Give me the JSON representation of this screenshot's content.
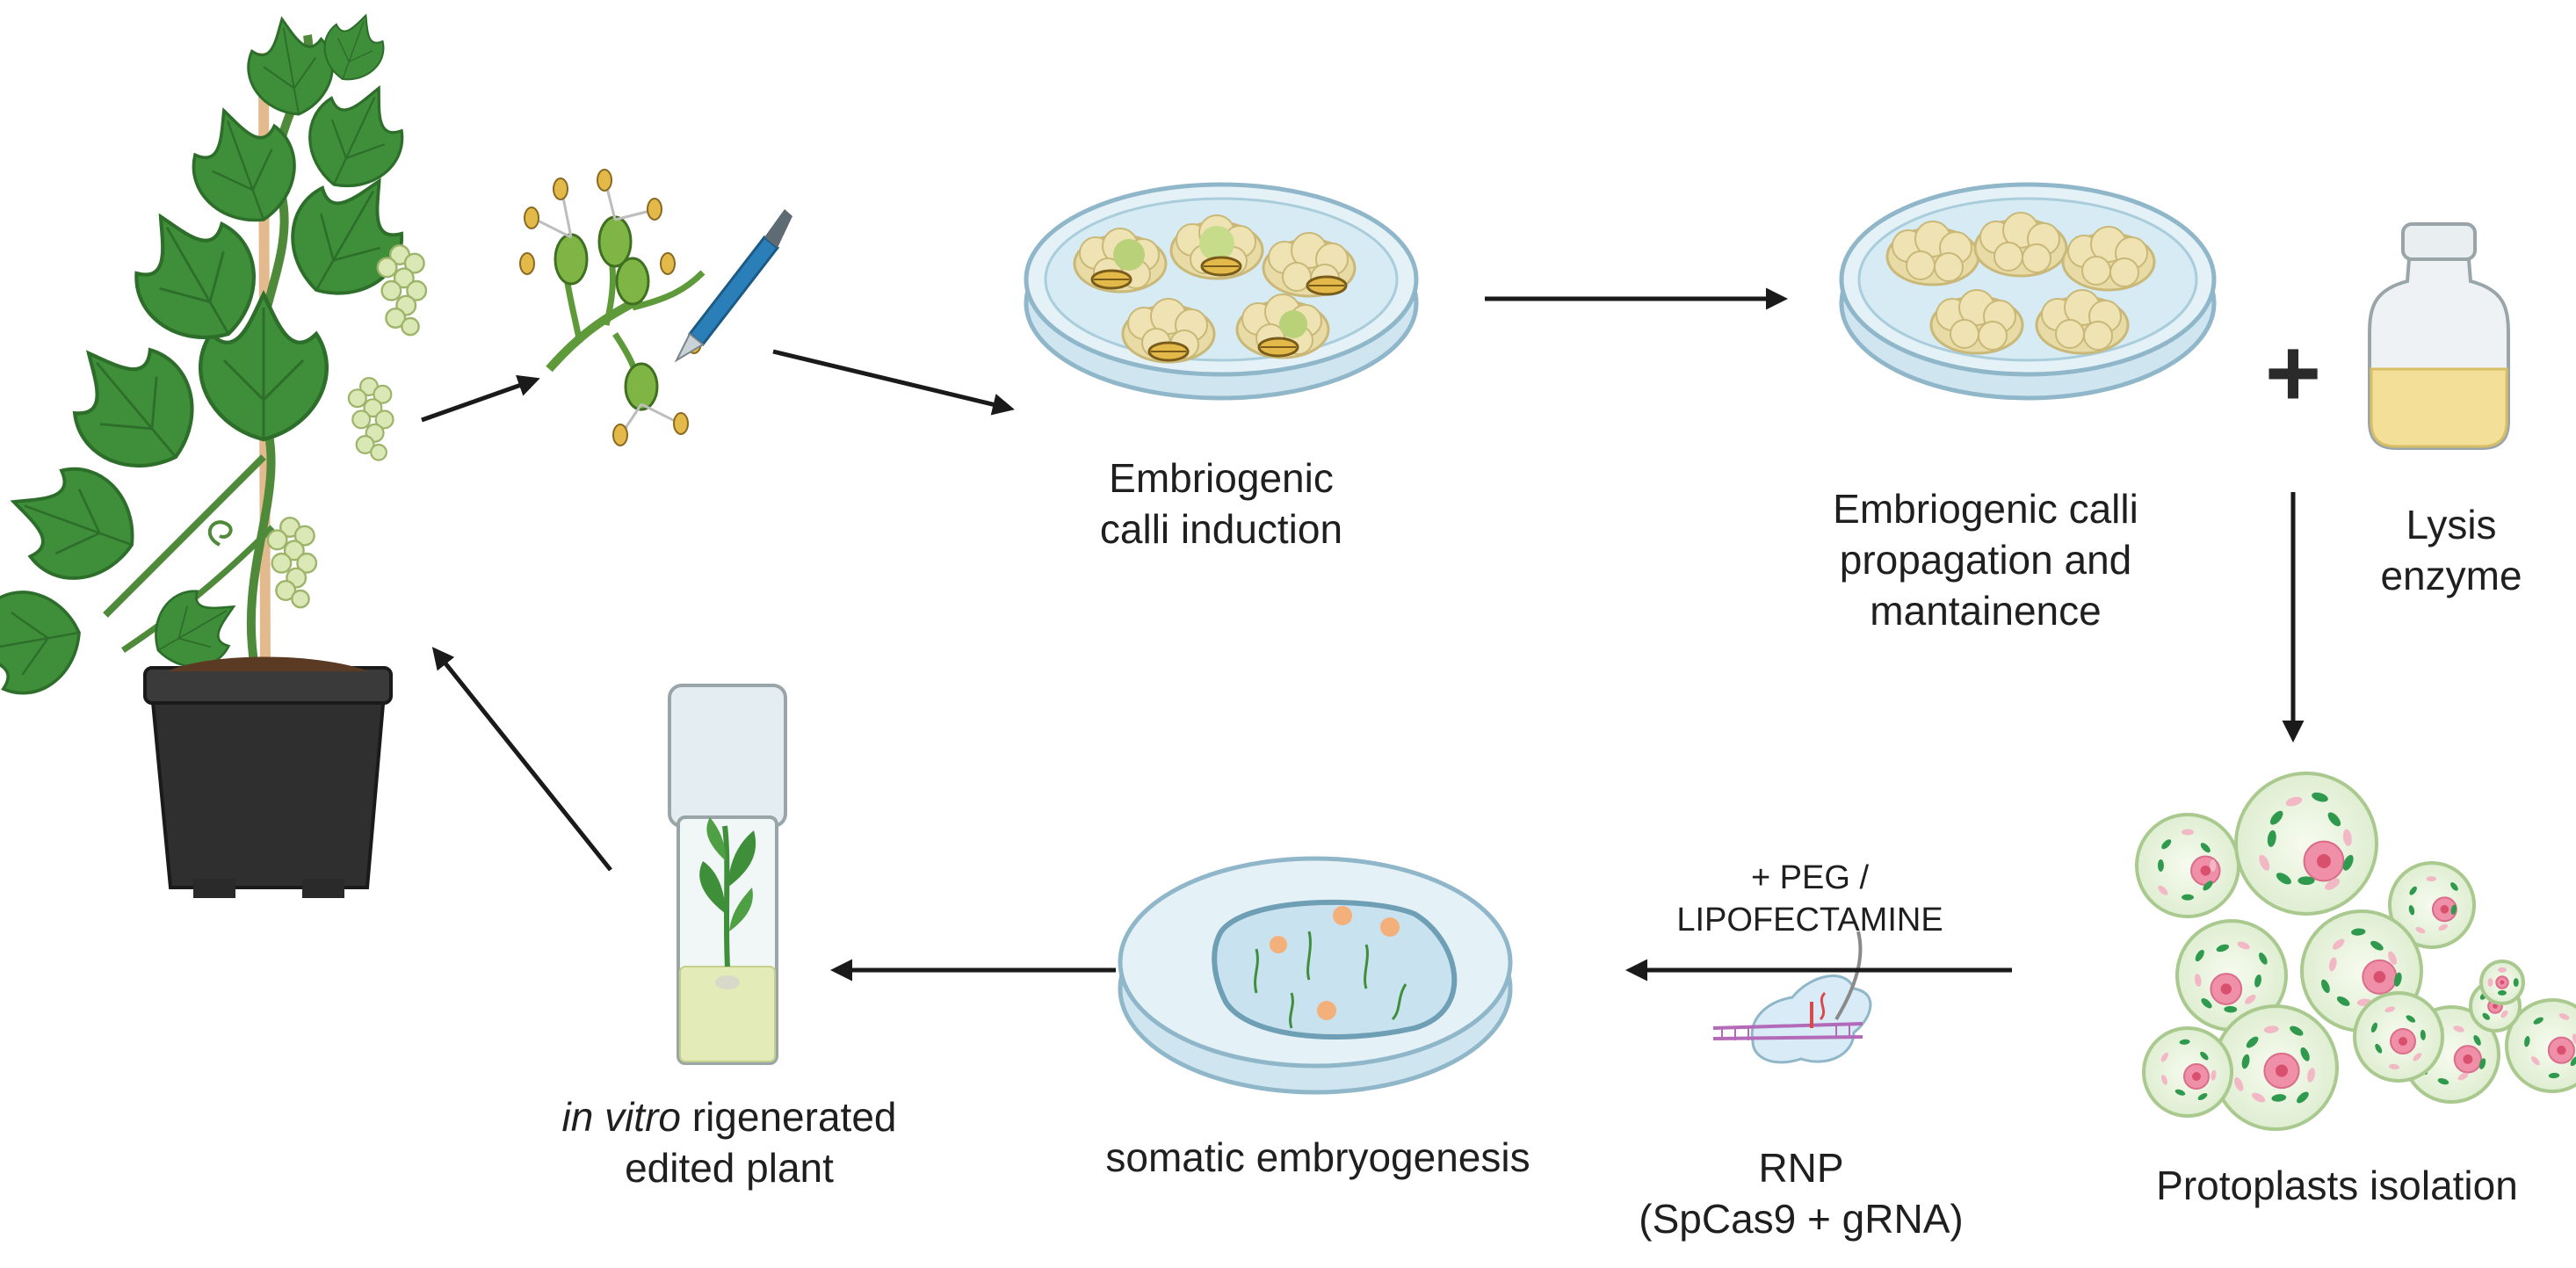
{
  "labels": {
    "embryogenic_induction": {
      "line1": "Embriogenic",
      "line2": "calli induction"
    },
    "propagation": {
      "line1": "Embriogenic calli",
      "line2": "propagation and",
      "line3": "mantainence"
    },
    "lysis": {
      "line1": "Lysis",
      "line2": "enzyme"
    },
    "peg": {
      "line1": "+ PEG /",
      "line2": "LIPOFECTAMINE"
    },
    "protoplasts": "Protoplasts isolation",
    "rnp": {
      "line1": "RNP",
      "line2": "(SpCas9 + gRNA)"
    },
    "somatic": "somatic embryogenesis",
    "invitro": {
      "italic": "in vitro",
      "rest": " rigenerated",
      "line2": "edited plant"
    },
    "plus": "+"
  },
  "colors": {
    "leaf": "#3f8f3a",
    "leaf_dark": "#2c6e2a",
    "pot": "#2f2f2f",
    "dish_rim": "#8fb7c9",
    "dish_fill": "#dcedf5",
    "callus": "#e8dba6",
    "callus_green": "#b9d27a",
    "anther": "#e3b94a",
    "cell_fill": "#eef6e6",
    "nucleus": "#ef8fa8",
    "chloroplast": "#2f9a4d",
    "arrow": "#1a1a1a",
    "liquid": "#f3df98",
    "pen": "#2a7fb8"
  }
}
